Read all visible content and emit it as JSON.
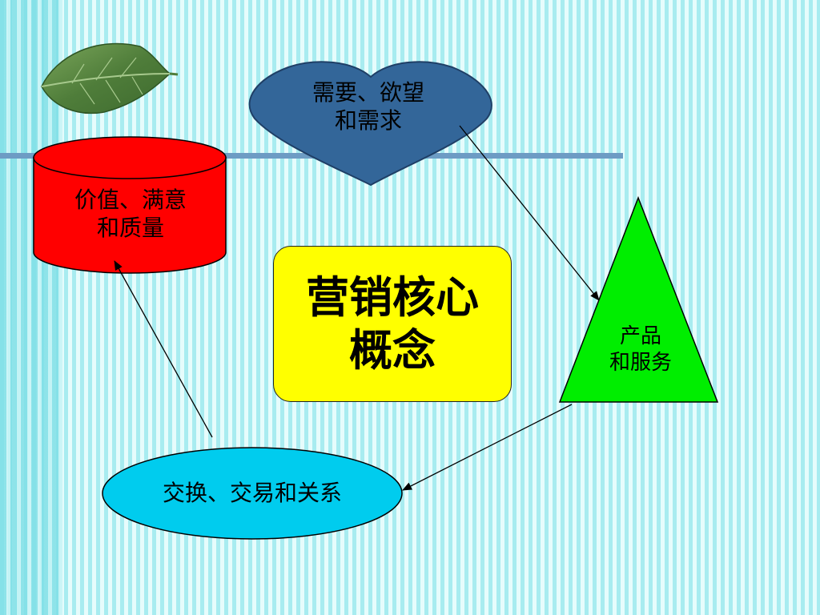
{
  "nodes": {
    "heart": {
      "line1": "需要、欲望",
      "line2": "和需求",
      "fill": "#336699"
    },
    "cylinder": {
      "line1": "价值、满意",
      "line2": "和质量",
      "fill": "#ff0000"
    },
    "center": {
      "line1": "营销核心",
      "line2": "概念",
      "fill": "#ffff00"
    },
    "triangle": {
      "line1": "产品",
      "line2": "和服务",
      "fill": "#00ee00"
    },
    "ellipse": {
      "text": "交换、交易和关系",
      "fill": "#00ccee"
    }
  },
  "decor": {
    "leaf": "leaf-icon"
  }
}
